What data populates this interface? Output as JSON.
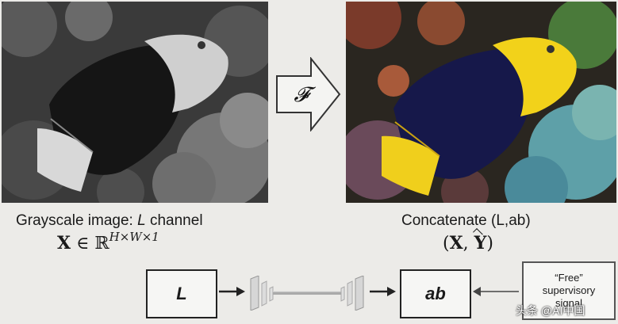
{
  "left_panel": {
    "caption_prefix": "Grayscale image: ",
    "caption_italic": "L",
    "caption_suffix": " channel",
    "math_X": "X",
    "math_in": "∈",
    "math_R": "ℝ",
    "math_sup": "H×W×1"
  },
  "arrow": {
    "label": "𝓕"
  },
  "right_panel": {
    "caption": "Concatenate (L,ab)",
    "math_open": "(",
    "math_X": "X",
    "math_comma": ",",
    "math_Y": "Y",
    "math_close": ")"
  },
  "pipeline": {
    "input_label": "L",
    "output_label": "ab",
    "free_line1": "“Free”",
    "free_line2": "supervisory",
    "free_line3": "signal"
  },
  "watermark": "头条 @AI中国",
  "colors": {
    "background": "#ecebe8",
    "fish_yellow": "#f2d21a",
    "fish_navy": "#16184a"
  }
}
